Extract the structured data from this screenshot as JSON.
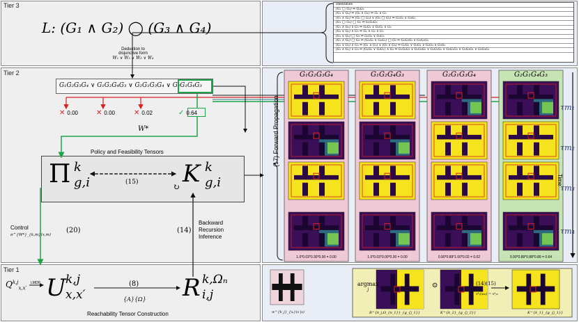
{
  "tiers": {
    "tier3": "Tier 3",
    "tier2": "Tier 2",
    "tier1": "Tier 1"
  },
  "tier3": {
    "formula": "L: (G₁ ∧ G₂) ◯ (G₃ ∧ G₄)",
    "deduction_line1": "Deduction to",
    "deduction_line2": "disjunctive form",
    "deduction_line3": "W₁ ∨ W₂ ∨ W₃ ∨ W₄",
    "identities_title": "Identities",
    "identities": [
      "(G₁ ◯ G₂) ⇔ G₁G₂",
      "(G₁ ∨ G₂) ⇔ (G₂ ∨ G₁) ⇔ G₁ ∨ G₂",
      "(G₁ ∧ G₂) ⇔ (G₁ ◯ G₂) ∨ (G₂ ◯ G₁) ⇔ G₁G₂ ∨ G₂G₁",
      "(G₁ ◯ G₂) ◯ G₃ ⇔ G₁G₂G₃",
      "(G₁ ∧ G₂) ∨ G₃ ⇔ G₁G₂ ∨ G₂G₁ ∨ G₃",
      "(G₁ ∨ G₂) ∨ G₃ ⇔ G₁ ∨ G₂ ∨ G₃",
      "(G₁ ∨ G₂) ◯ G₃ ⇔ G₁G₃ ∨ G₂G₃",
      "(G₁ ∧ G₂) ◯ G₃ ⇔ (G₁G₂ ∨ G₂G₁) ◯ G₃ ⇔ G₁G₂G₃ ∨ G₂G₁G₃",
      "(G₁ ∨ G₂) ∧ G₃ ⇔ (G₁ ∧ G₃) ∨ (G₂ ∧ G₃) ⇔ G₁G₃ ∨ G₃G₁ ∨ G₂G₃ ∨ G₃G₂",
      "(G₁ ∧ G₂) ∧ G₃ ⇔ (G₁G₂ ∨ G₂G₁) ∧ G₃ ⇔ G₁G₂G₃ ∨ G₁G₃G₂ ∨ G₃G₁G₂ ∨ G₂G₁G₃ ∨ G₂G₃G₁ ∨ G₃G₂G₁"
    ]
  },
  "tier2": {
    "disjunction": "G₁G₂G₃G₄ ∨ G₁G₂G₄G₃ ∨ G₂G₁G₃G₄ ∨ G₂G₁G₄G₃",
    "scores": [
      {
        "mark": "✕",
        "value": "0.00"
      },
      {
        "mark": "✕",
        "value": "0.00"
      },
      {
        "mark": "✕",
        "value": "0.02"
      },
      {
        "mark": "✓",
        "value": "0.64"
      }
    ],
    "w_star": "W*",
    "tensor_title": "Policy and Feasibility Tensors",
    "pi": "Π",
    "pi_sub": "g,i",
    "pi_sup": "k",
    "k_sym": "K",
    "k_sub": "g,i",
    "k_sup": "k",
    "eq15": "(15)",
    "eq14": "(14)",
    "eq20": "(20)",
    "eq17": "(17)",
    "backward_1": "Backward",
    "backward_2": "Recursion",
    "backward_3": "Inference",
    "control": "Control",
    "control_expr": "π^{W*}_{k,m}(x,m)",
    "forward_prop": "Forward Propagation",
    "time": "Time",
    "columns": [
      {
        "title": "G₁G₂G₃G₄",
        "footer": "1.0*0.03*0.30*0.00 = 0.00",
        "bg": "#f0c9d6"
      },
      {
        "title": "G₁G₂G₄G₃",
        "footer": "1.0*0.03*0.00*0.00 = 0.00",
        "bg": "#f0c9d6"
      },
      {
        "title": "G₂G₁G₃G₄",
        "footer": "0.90*0.89*1.00*0.02 = 0.02",
        "bg": "#f0c9d6"
      },
      {
        "title": "G₂G₁G₄G₃",
        "footer": "0.90*0.89*0.88*0.89 = 0.64",
        "bg": "#c7e4b4"
      }
    ],
    "taus": [
      "τm₁",
      "τm₂",
      "τm₃",
      "τm₄"
    ]
  },
  "tier1": {
    "q": "Q",
    "q_sub": "x,x′",
    "q_sup": "k,j",
    "lmdp": "LMDP",
    "u": "U",
    "u_sub": "x,x′",
    "u_sup": "k,j",
    "r": "R",
    "r_sub": "i,j",
    "r_sup": "k,Ωₙ",
    "eq8": "(8)",
    "set": "{A}{Ω}",
    "caption": "Reachability Tensor Construction",
    "argmax": "argmax",
    "argmax_sub": "j",
    "w_label": "w^{k_j}_{xᵢ}(x′|x)",
    "r1_label": "R^{k_j,Ω_{n_1}}_{g_{j_1}}",
    "r2_label": "K^{k_2}_{g_{j_2}}",
    "eq1415": "(14)(15)",
    "v_label": "vᵏᵢ(x₀₀) = vᵏⱼ₀",
    "k_result": "K^{k_1}_{g_{j_1}}",
    "odot": "⊙"
  },
  "colors": {
    "yellow": "#f4e31d",
    "purple": "#3b0f58",
    "green": "#1fa34a",
    "red": "#d62020",
    "teal": "#2a7f8a"
  }
}
